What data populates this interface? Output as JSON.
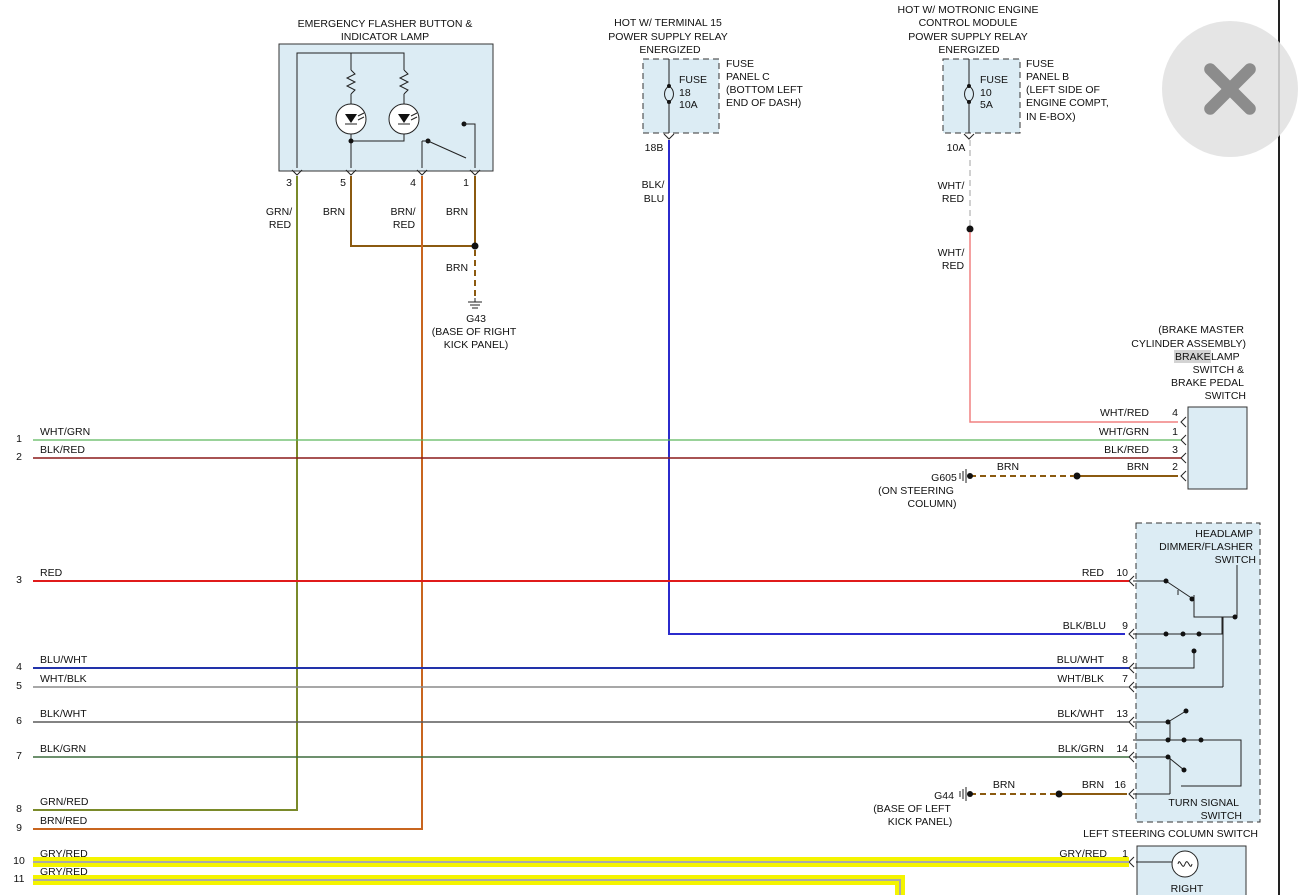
{
  "components": {
    "flasher": {
      "title1": "EMERGENCY FLASHER BUTTON &",
      "title2": "INDICATOR LAMP",
      "pin3": "3",
      "pin5": "5",
      "pin4": "4",
      "pin1": "1"
    },
    "fuse18": {
      "hot1": "HOT W/ TERMINAL 15",
      "hot2": "POWER SUPPLY RELAY",
      "hot3": "ENERGIZED",
      "fuse": "FUSE",
      "num": "18",
      "amp": "10A",
      "panel1": "FUSE",
      "panel2": "PANEL C",
      "panel3": "(BOTTOM LEFT",
      "panel4": "END OF DASH)",
      "pin": "18B"
    },
    "fuse10": {
      "hot1": "HOT W/ MOTRONIC ENGINE",
      "hot2": "CONTROL MODULE",
      "hot3": "POWER SUPPLY RELAY",
      "hot4": "ENERGIZED",
      "fuse": "FUSE",
      "num": "10",
      "amp": "5A",
      "panel1": "FUSE",
      "panel2": "PANEL B",
      "panel3": "(LEFT SIDE OF",
      "panel4": "ENGINE COMPT,",
      "panel5": "IN E-BOX)",
      "pin": "10A"
    },
    "g43": {
      "name": "G43",
      "loc1": "(BASE OF RIGHT",
      "loc2": "KICK PANEL)"
    },
    "brake": {
      "l1": "(BRAKE MASTER",
      "l2": "CYLINDER ASSEMBLY)",
      "l3a": "BRAKE",
      "l3b": " LAMP",
      "l4": "SWITCH &",
      "l5": "BRAKE PEDAL",
      "l6": "SWITCH"
    },
    "g605": {
      "name": "G605",
      "loc1": "(ON STEERING",
      "loc2": "COLUMN)"
    },
    "headlamp": {
      "l1": "HEADLAMP",
      "l2": "DIMMER/FLASHER",
      "l3": "SWITCH"
    },
    "turn": {
      "l1": "TURN SIGNAL",
      "l2": "SWITCH"
    },
    "g44": {
      "name": "G44",
      "loc1": "(BASE OF LEFT",
      "loc2": "KICK PANEL)"
    },
    "lscs": {
      "title": "LEFT STEERING COLUMN SWITCH",
      "right": "RIGHT"
    }
  },
  "wires": {
    "grn_red": "GRN/",
    "grn_red2": "RED",
    "brn": "BRN",
    "brn_red": "BRN/",
    "brn_red2": "RED",
    "brn1": "BRN",
    "brn_g43": "BRN",
    "blk_blu": "BLK/",
    "blk_blu2": "BLU",
    "wht_red_a": "WHT/",
    "wht_red_a2": "RED",
    "wht_red_b": "WHT/",
    "wht_red_b2": "RED"
  },
  "lines": [
    {
      "num": "1",
      "left": "WHT/GRN",
      "right": "WHT/GRN",
      "pin": "1"
    },
    {
      "num": "2",
      "left": "BLK/RED",
      "right": "BLK/RED",
      "pin": "3"
    },
    {
      "num": "3",
      "left": "RED",
      "right": "RED",
      "pin": "10"
    },
    {
      "num": "4",
      "left": "BLU/WHT",
      "right": "BLU/WHT",
      "pin": "8"
    },
    {
      "num": "5",
      "left": "WHT/BLK",
      "right": "WHT/BLK",
      "pin": "7"
    },
    {
      "num": "6",
      "left": "BLK/WHT",
      "right": "BLK/WHT",
      "pin": "13"
    },
    {
      "num": "7",
      "left": "BLK/GRN",
      "right": "BLK/GRN",
      "pin": "14"
    },
    {
      "num": "8",
      "left": "GRN/RED"
    },
    {
      "num": "9",
      "left": "BRN/RED"
    },
    {
      "num": "10",
      "left": "GRY/RED",
      "right": "GRY/RED",
      "pin": "1"
    },
    {
      "num": "11",
      "left": "GRY/RED"
    }
  ],
  "extra": {
    "brake_pin4_label": "WHT/RED",
    "brake_pin4": "4",
    "brake_pin2_label": "BRN",
    "brake_pin2": "2",
    "g605_wire": "BRN",
    "blk_blu_label": "BLK/BLU",
    "blk_blu_pin": "9",
    "g44_wire_l": "BRN",
    "g44_wire_r": "BRN",
    "g44_pin": "16"
  },
  "colors": {
    "wht_grn": "#5cb85c",
    "blk_red": "#8b1a1a",
    "red": "#e01b1b",
    "blu_wht": "#2233aa",
    "wht_blk": "#8a8a8a",
    "blk_wht": "#5a5a5a",
    "blk_grn": "#3d6b3d",
    "grn_red": "#7a8a2a",
    "brn_red": "#c8651f",
    "gry_red": "#aaaaaa",
    "highlight": "#f4f400",
    "brn": "#8b5a10",
    "blk_blu": "#2b2bcc",
    "wht_red": "#f08080",
    "wht_red_light": "#d0d0d0"
  },
  "icons": {
    "close": "close-x-icon"
  }
}
